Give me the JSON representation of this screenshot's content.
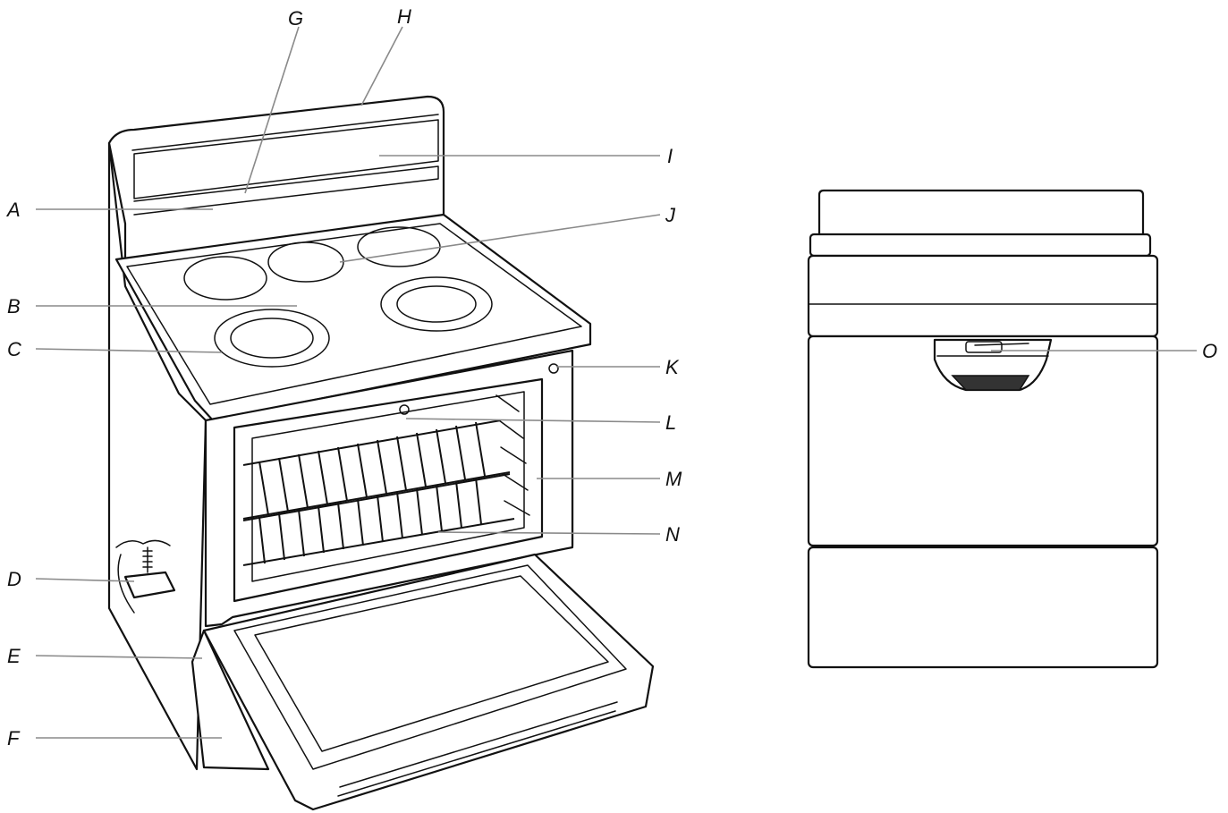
{
  "callouts": {
    "A": "A",
    "B": "B",
    "C": "C",
    "D": "D",
    "E": "E",
    "F": "F",
    "G": "G",
    "H": "H",
    "I": "I",
    "J": "J",
    "K": "K",
    "L": "L",
    "M": "M",
    "N": "N",
    "O": "O"
  },
  "colors": {
    "ink": "#111111",
    "leader": "#8a8a8a",
    "paper": "#ffffff"
  }
}
